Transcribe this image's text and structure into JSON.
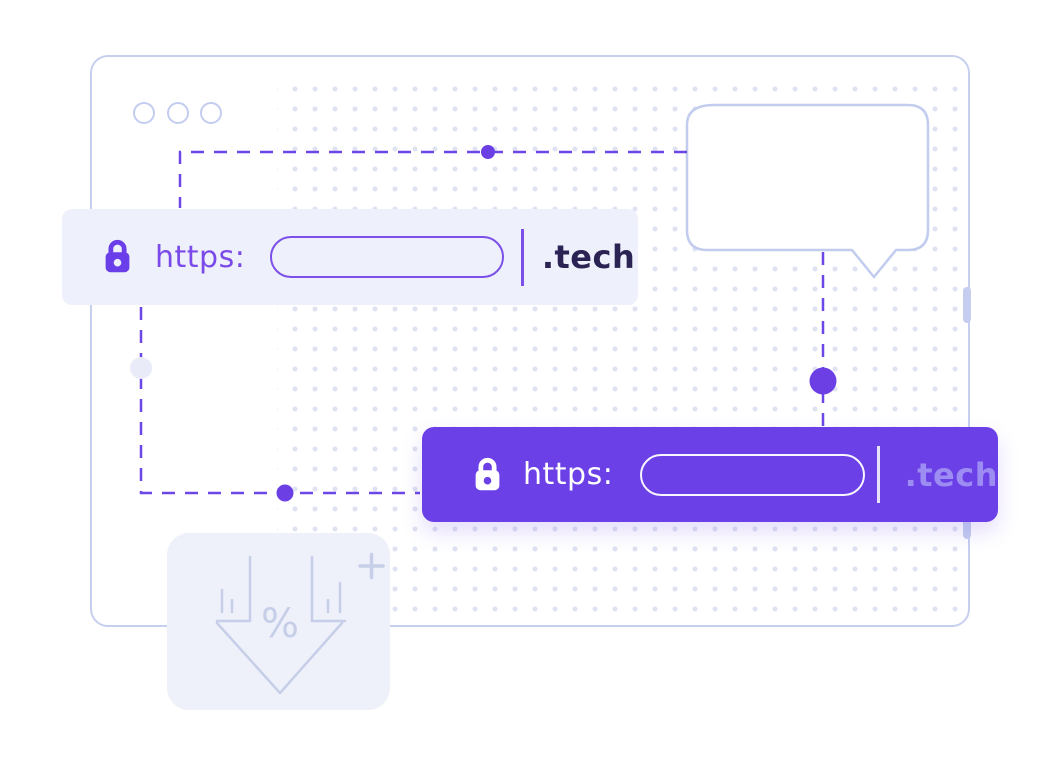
{
  "illustration": {
    "browser_window": {
      "controls_count": 3
    },
    "url_bars": {
      "light": {
        "protocol": "https:",
        "tld": ".tech"
      },
      "purple": {
        "protocol": "https:",
        "tld": ".tech"
      }
    },
    "discount_icon": {
      "percent_label": "%",
      "plus_label": "+"
    },
    "colors": {
      "background": "#ffffff",
      "window_border": "#c7cfef",
      "bubble_border": "#c2ccee",
      "dot_grid": "#d9ddef",
      "dash_line": "#6c47e8",
      "connector_dot": "#6b3fe4",
      "light_connector_dot": "#e9ebf8",
      "card_light_bg": "#eef0fb",
      "card_purple_bg": "#6b40e7",
      "accent_purple": "#7a4be8",
      "tld_dark": "#2b2353",
      "tld_on_purple": "#9d8df3",
      "icon_stroke": "#c7cfe8"
    }
  }
}
